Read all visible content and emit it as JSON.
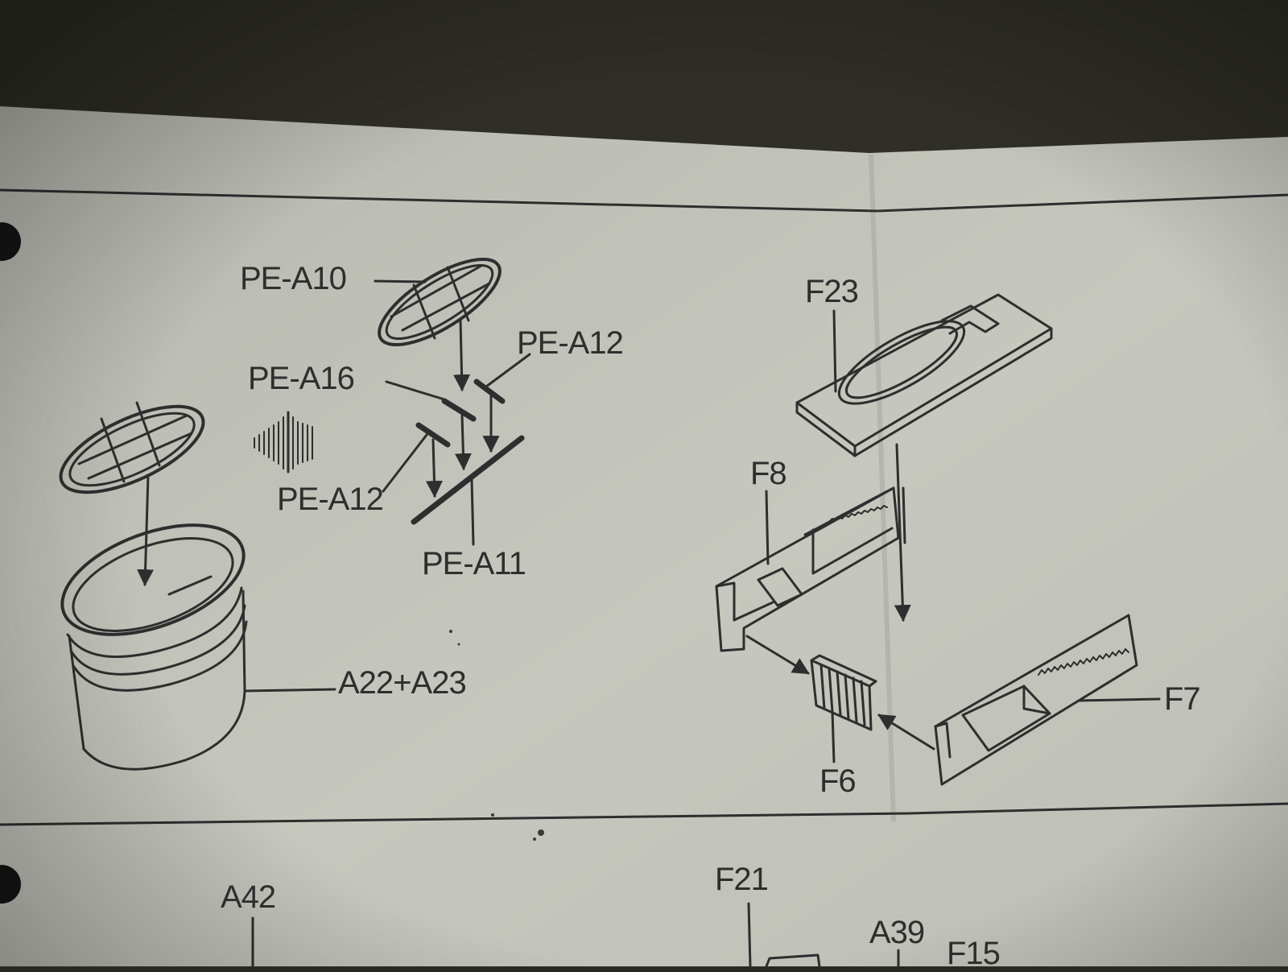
{
  "colors": {
    "paper": "#c4c6bc",
    "paper_shadow": "#9ea097",
    "background": "#2f2f27",
    "ink": "#2e2e2e",
    "binder_hole": "#151515"
  },
  "icons": {
    "symbol": "vertical-lines-triangle-icon",
    "arrow": "arrow-down-icon"
  },
  "step_top": {
    "labels": {
      "pe_a10": "PE-A10",
      "pe_a12_right": "PE-A12",
      "pe_a16": "PE-A16",
      "pe_a12_left": "PE-A12",
      "pe_a11": "PE-A11",
      "a22_a23": "A22+A23",
      "f23": "F23",
      "f8": "F8",
      "f7": "F7",
      "f6": "F6"
    }
  },
  "step_bottom": {
    "labels": {
      "a42": "A42",
      "f21": "F21",
      "a39": "A39",
      "f15": "F15"
    }
  }
}
